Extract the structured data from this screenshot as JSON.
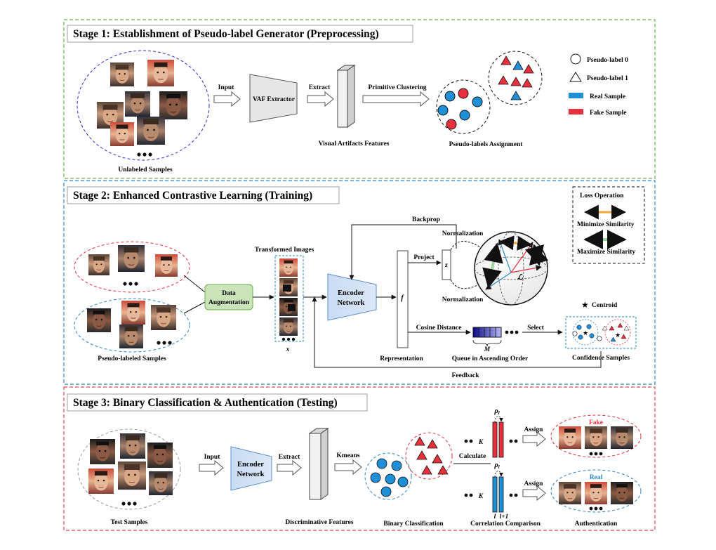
{
  "stage1": {
    "title": "Stage 1: Establishment of Pseudo-label Generator (Preprocessing)",
    "unlabeled": "Unlabeled Samples",
    "input": "Input",
    "extractor": "VAF Extractor",
    "extract": "Extract",
    "features": "Visual Artifacts Features",
    "clustering": "Primitive Clustering",
    "assignment": "Pseudo-labels Assignment",
    "legend": {
      "pl0": "Pseudo-label 0",
      "pl1": "Pseudo-label 1",
      "real": "Real Sample",
      "fake": "Fake Sample"
    }
  },
  "stage2": {
    "title": "Stage 2: Enhanced Contrastive Learning (Training)",
    "pseudo_samples": "Pseudo-labeled Samples",
    "augmentation_line1": "Data",
    "augmentation_line2": "Augmentation",
    "transformed": "Transformed Images",
    "x": "x",
    "encoder_line1": "Encoder",
    "encoder_line2": "Network",
    "f": "f",
    "representation": "Representation",
    "backprop": "Backprop",
    "project": "Project",
    "z": "z",
    "normalization_top": "Normalization",
    "normalization_bottom": "Normalization",
    "loss_symbol": "ℒ",
    "cosine": "Cosine Distance",
    "queue": "Queue in Ascending Order",
    "M": "M",
    "select": "Select",
    "centroid": "Centroid",
    "confidence": "Confidence Samples",
    "feedback": "Feedback",
    "loss_box": {
      "title": "Loss Operation",
      "minimize": "Minimize Similarity",
      "maximize": "Maximize Similarity"
    }
  },
  "stage3": {
    "title": "Stage 3: Binary Classification & Authentication (Testing)",
    "test_samples": "Test Samples",
    "input": "Input",
    "encoder_line1": "Encoder",
    "encoder_line2": "Network",
    "extract": "Extract",
    "kmeans": "Kmeans",
    "disc_features": "Discriminative Features",
    "binary": "Binary Classification",
    "calculate": "Calculate",
    "correlation": "Correlation Comparison",
    "K": "K",
    "rho": "ρ",
    "rho_sub": "l",
    "l": "l",
    "l1": "l+1",
    "assign": "Assign",
    "fake": "Fake",
    "real": "Real",
    "authentication": "Authentication"
  },
  "colors": {
    "real_blue": "#1f8fd8",
    "fake_red": "#e8313c",
    "stage1_border": "#6bb04b",
    "stage2_border": "#2e86c8",
    "stage3_border": "#e0464f",
    "orange_arrow": "#f2a736",
    "green_arrow": "#9fd39a"
  }
}
